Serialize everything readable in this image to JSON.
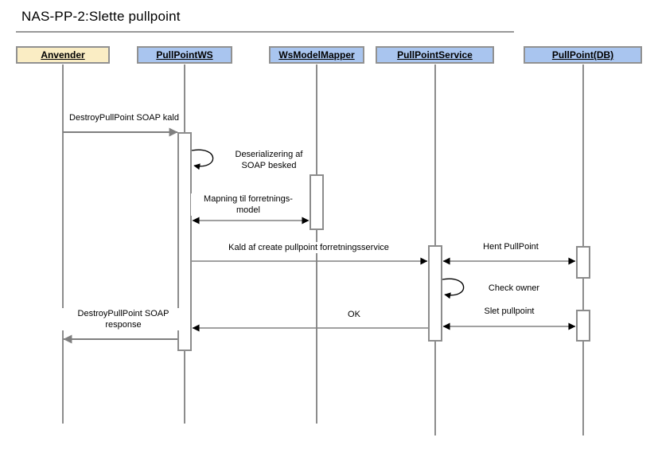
{
  "diagram": {
    "title": "NAS-PP-2:Slette pullpoint"
  },
  "colors": {
    "background": "#FFFFFF",
    "text": "#000000",
    "title_rule": "#999999",
    "box_border": "#919191",
    "actor_fill": "#FAEDC4",
    "component_fill": "#A9C5EF",
    "lifeline": "#8C8C8C",
    "outer_arrow": "#7F7F7F",
    "inner_arrow": "#808080",
    "arrowhead": "#000000"
  },
  "participants": [
    {
      "name": "Anvender",
      "kind": "actor"
    },
    {
      "name": "PullPointWS",
      "kind": "component"
    },
    {
      "name": "WsModelMapper",
      "kind": "component"
    },
    {
      "name": "PullPointService",
      "kind": "component"
    },
    {
      "name": "PullPoint(DB)",
      "kind": "component"
    }
  ],
  "messages": [
    {
      "label": "DestroyPullPoint SOAP kald",
      "from": "Anvender",
      "to": "PullPointWS",
      "style": "call"
    },
    {
      "label": "Deserializering af SOAP besked",
      "from": "PullPointWS",
      "to": "PullPointWS",
      "style": "self-call"
    },
    {
      "label": "Mapning til forretnings-model",
      "from": "PullPointWS",
      "to": "WsModelMapper",
      "style": "bidirectional"
    },
    {
      "label": "Kald af create pullpoint forretningsservice",
      "from": "PullPointWS",
      "to": "PullPointService",
      "style": "call"
    },
    {
      "label": "Hent PullPoint",
      "from": "PullPointService",
      "to": "PullPoint(DB)",
      "style": "bidirectional"
    },
    {
      "label": "Check owner",
      "from": "PullPointService",
      "to": "PullPointService",
      "style": "self-call"
    },
    {
      "label": "Slet pullpoint",
      "from": "PullPointService",
      "to": "PullPoint(DB)",
      "style": "bidirectional"
    },
    {
      "label": "OK",
      "from": "PullPointService",
      "to": "PullPointWS",
      "style": "return"
    },
    {
      "label": "DestroyPullPoint SOAP response",
      "from": "PullPointWS",
      "to": "Anvender",
      "style": "return"
    }
  ]
}
